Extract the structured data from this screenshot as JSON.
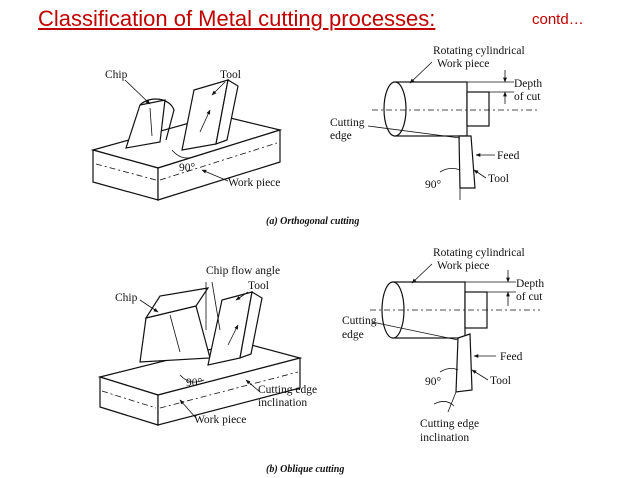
{
  "slide": {
    "title": "Classification of Metal cutting processes:",
    "contd": "contd…"
  },
  "orthogonal": {
    "caption": "(a) Orthogonal cutting",
    "left": {
      "chip": "Chip",
      "tool": "Tool",
      "angle": "90°",
      "workpiece": "Work piece"
    },
    "right": {
      "rotating_line1": "Rotating cylindrical",
      "rotating_line2": "Work piece",
      "depth_line1": "Depth",
      "depth_line2": "of cut",
      "cutting_line1": "Cutting",
      "cutting_line2": "edge",
      "feed": "Feed",
      "angle": "90°",
      "tool": "Tool"
    }
  },
  "oblique": {
    "caption": "(b) Oblique cutting",
    "left": {
      "chip_flow_angle": "Chip flow angle",
      "tool": "Tool",
      "chip": "Chip",
      "angle": "90°",
      "incl_line1": "Cutting edge",
      "incl_line2": "inclination",
      "workpiece": "Work piece"
    },
    "right": {
      "rotating_line1": "Rotating cylindrical",
      "rotating_line2": "Work piece",
      "depth_line1": "Depth",
      "depth_line2": "of cut",
      "cutting_line1": "Cutting",
      "cutting_line2": "edge",
      "feed": "Feed",
      "angle": "90°",
      "tool": "Tool",
      "incl_line1": "Cutting edge",
      "incl_line2": "inclination"
    }
  }
}
